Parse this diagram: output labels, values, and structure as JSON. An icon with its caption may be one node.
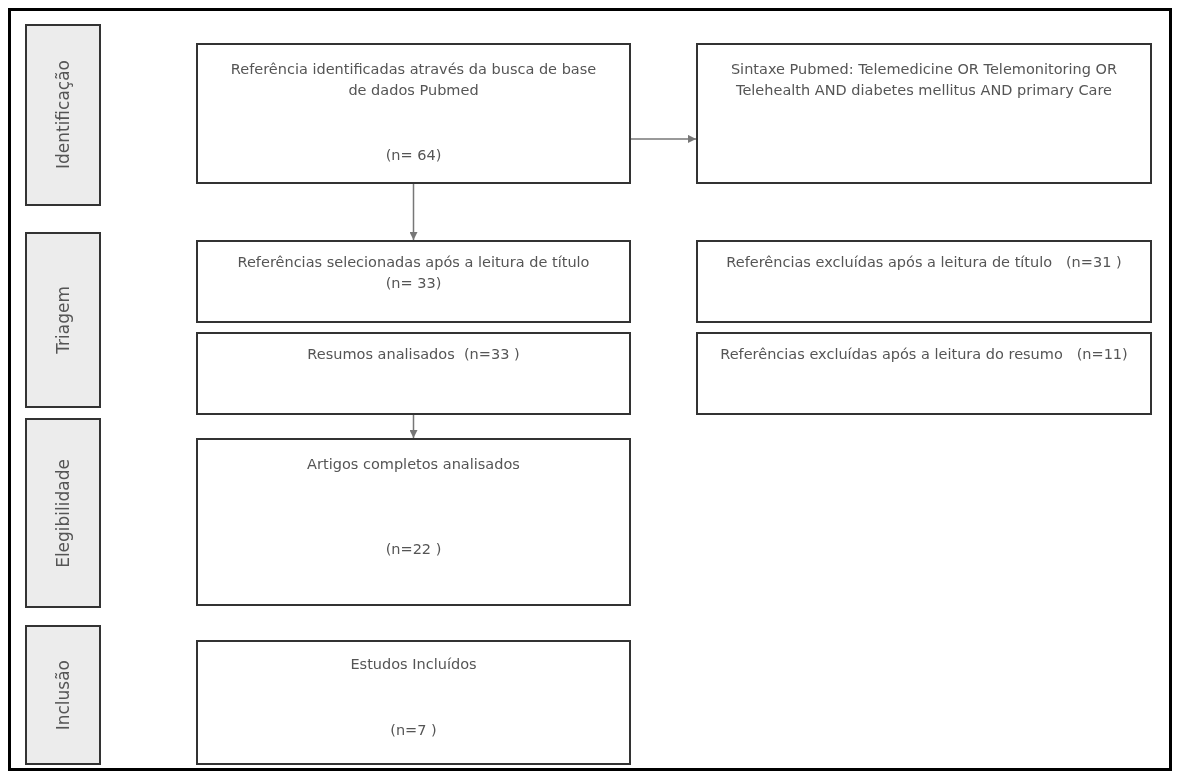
{
  "diagram": {
    "nodes": [
      {
        "text": [
          "Identificação"
        ]
      },
      {
        "text": [
          "Referência identificadas através da busca de base de dados Pubmed",
          "(n= 64)"
        ]
      },
      {
        "text": [
          "Sintaxe Pubmed: Telemedicine OR Telemonitoring OR Telehealth AND diabetes mellitus AND primary Care"
        ]
      },
      {
        "text": [
          "Triagem"
        ]
      },
      {
        "text": [
          "Referências selecionadas após a leitura de título   (n= 33)"
        ]
      },
      {
        "text": [
          "Referências excluídas após a leitura de título   (n=31 )"
        ]
      },
      {
        "text": [
          "Resumos analisados  (n=33 )"
        ]
      },
      {
        "text": [
          "Referências excluídas após a leitura do resumo   (n=11)"
        ]
      },
      {
        "text": [
          "Elegibilidade"
        ]
      },
      {
        "text": [
          "Artigos completos analisados",
          "(n=22 )"
        ]
      },
      {
        "text": [
          "Inclusão"
        ]
      },
      {
        "text": [
          "Estudos Incluídos",
          "(n=7 )"
        ]
      }
    ],
    "edges": [
      {
        "from": 1,
        "to": 2,
        "arrow": "to"
      },
      {
        "from": 1,
        "to": 4,
        "arrow": "to"
      },
      {
        "from": 6,
        "to": 9,
        "arrow": "to"
      }
    ]
  }
}
